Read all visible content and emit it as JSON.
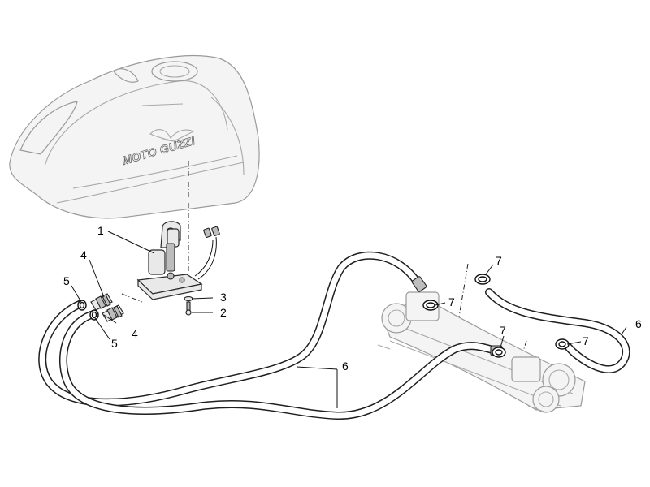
{
  "diagram": {
    "brand_text": "MOTO GUZZI",
    "callouts": {
      "c1": "1",
      "c2": "2",
      "c3": "3",
      "c4a": "4",
      "c4b": "4",
      "c5a": "5",
      "c5b": "5",
      "c6a": "6",
      "c6b": "6",
      "c7a": "7",
      "c7b": "7",
      "c7c": "7",
      "c7d": "7"
    }
  }
}
